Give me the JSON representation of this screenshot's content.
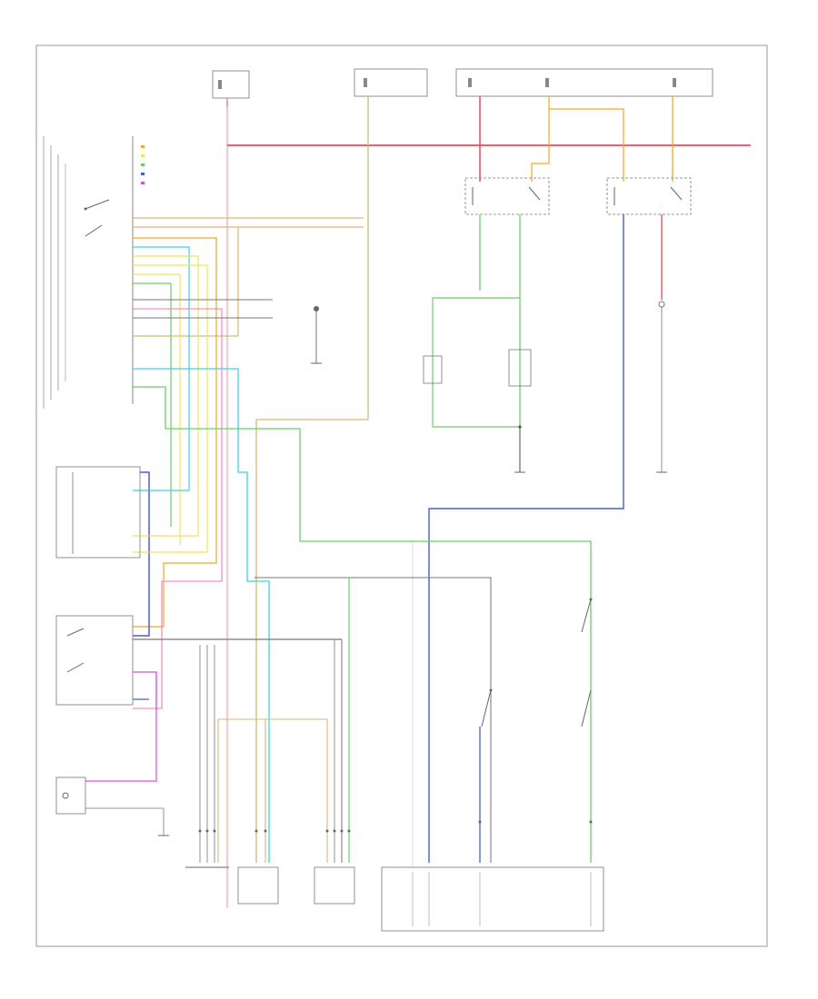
{
  "diagram": {
    "corner_label": "",
    "footer_label": "",
    "colors": {
      "red": "#f0485a",
      "orange": "#f5a623",
      "tan": "#d9b67a",
      "green": "#6ccf6c",
      "blue": "#4a5bd6",
      "cyan": "#3fd3e8",
      "yellow": "#f2e35a",
      "pink": "#f07ab0",
      "magenta": "#e04ae0",
      "gray": "#777777",
      "black": "#333333"
    },
    "components": [
      {
        "id": "climate-control-module",
        "label": ""
      },
      {
        "id": "blower-motor-resistor",
        "label": ""
      },
      {
        "id": "high-blower-relay",
        "label": ""
      },
      {
        "id": "blower-motor",
        "label": ""
      },
      {
        "id": "ac-compressor-relay",
        "label": ""
      },
      {
        "id": "ac-compressor-clutch",
        "label": ""
      },
      {
        "id": "cooling-fan-relay",
        "label": ""
      },
      {
        "id": "ac-pressure-switch",
        "label": ""
      },
      {
        "id": "ac-refrigerant-pressure-sensor",
        "label": ""
      },
      {
        "id": "engine-control-module",
        "label": ""
      },
      {
        "id": "mode-door-actuator",
        "label": ""
      },
      {
        "id": "recirc-door-actuator",
        "label": ""
      },
      {
        "id": "temp-door-actuator",
        "label": ""
      },
      {
        "id": "ac-low-pressure-switch",
        "label": ""
      }
    ]
  }
}
